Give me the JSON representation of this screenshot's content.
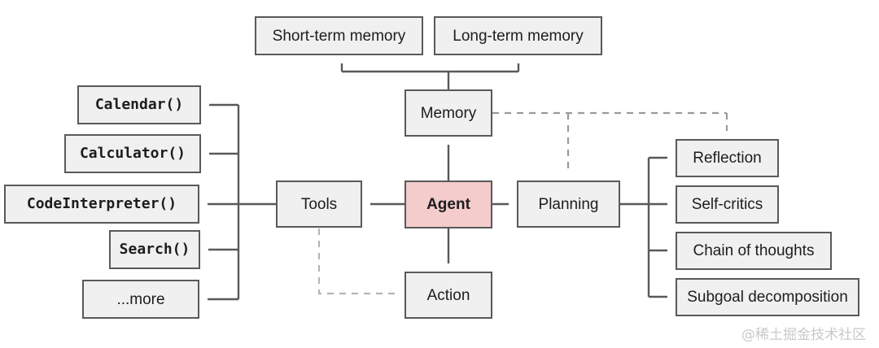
{
  "diagram": {
    "boxes": {
      "short_term_memory": {
        "label": "Short-term memory"
      },
      "long_term_memory": {
        "label": "Long-term memory"
      },
      "memory": {
        "label": "Memory"
      },
      "agent": {
        "label": "Agent"
      },
      "tools": {
        "label": "Tools"
      },
      "planning": {
        "label": "Planning"
      },
      "action": {
        "label": "Action"
      },
      "calendar": {
        "label": "Calendar()"
      },
      "calculator": {
        "label": "Calculator()"
      },
      "code_interpreter": {
        "label": "CodeInterpreter()"
      },
      "search": {
        "label": "Search()"
      },
      "more": {
        "label": "...more"
      },
      "reflection": {
        "label": "Reflection"
      },
      "self_critics": {
        "label": "Self-critics"
      },
      "chain_of_thoughts": {
        "label": "Chain of thoughts"
      },
      "subgoal_decomposition": {
        "label": "Subgoal decomposition"
      }
    },
    "colors": {
      "box_fill": "#f0f0f0",
      "box_border": "#595959",
      "agent_fill": "#f4cccc",
      "solid_line": "#595959",
      "dashed_line": "#9a9a9a",
      "dashed_line_light": "#b4b4b4",
      "watermark": "#c9c9c9"
    },
    "watermark": "@稀土掘金技术社区"
  }
}
